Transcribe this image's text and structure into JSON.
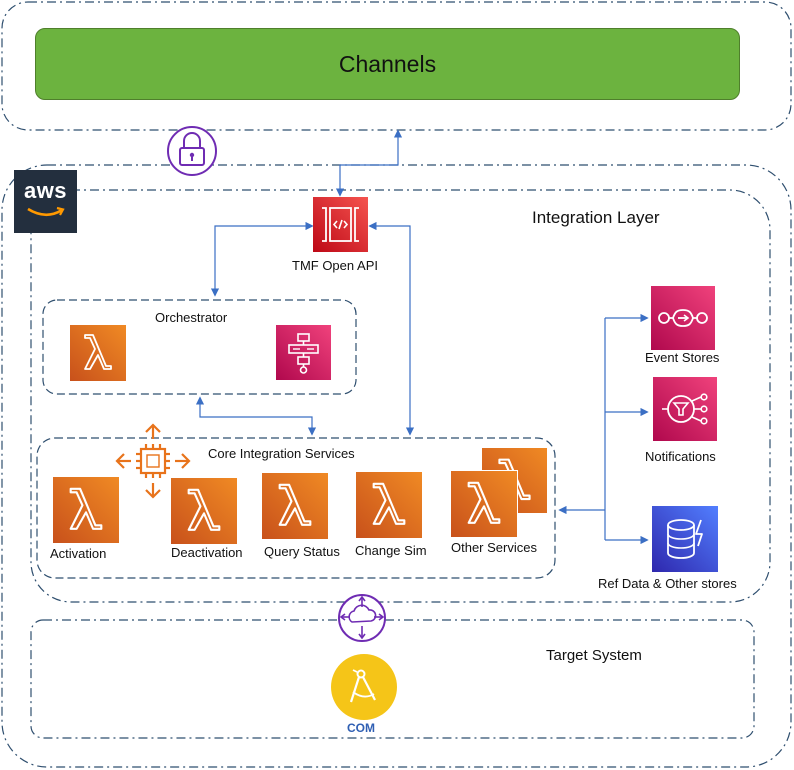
{
  "diagram": {
    "channels_label": "Channels",
    "integration_layer_label": "Integration Layer",
    "aws_label": "aws",
    "tmf_api_label": "TMF Open API",
    "orchestrator_label": "Orchestrator",
    "core_services_label": "Core Integration Services",
    "services": [
      {
        "label": "Activation"
      },
      {
        "label": "Deactivation"
      },
      {
        "label": "Query Status"
      },
      {
        "label": "Change Sim"
      },
      {
        "label": "Other Services"
      }
    ],
    "stores": [
      {
        "label": "Event Stores",
        "icon": "event-bus-icon"
      },
      {
        "label": "Notifications",
        "icon": "notification-service-icon"
      },
      {
        "label": "Ref Data & Other stores",
        "icon": "database-icon"
      }
    ],
    "target_system_label": "Target System",
    "com_label": "COM",
    "colors": {
      "channels_green": "#6cb33f",
      "lambda_orange": "#f08a24",
      "pink": "#e7157b",
      "red": "#dd344c",
      "blue": "#3b48cc",
      "purple": "#6f2cb3",
      "connector_blue": "#3b6fc4",
      "boundary": "#2f4f6f",
      "com_yellow": "#f5c518"
    }
  }
}
